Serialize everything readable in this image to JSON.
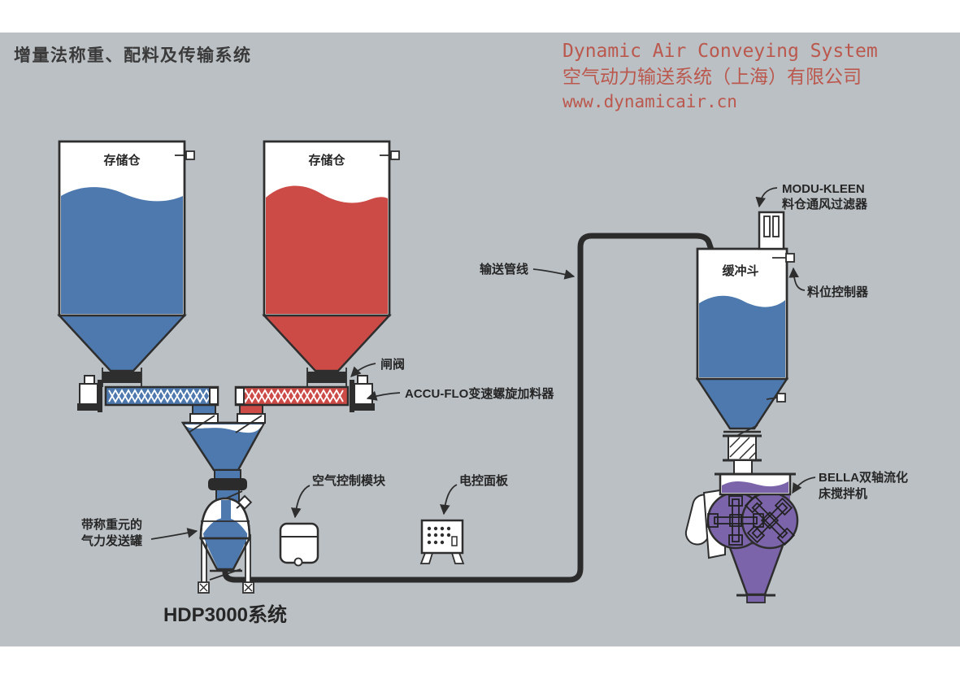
{
  "page": {
    "title": "增量法称重、配料及传输系统"
  },
  "header": {
    "line1": "Dynamic Air Conveying System",
    "line2": "空气动力输送系统（上海）有限公司",
    "line3": "www.dynamicair.cn"
  },
  "labels": {
    "silo_left": "存储仓",
    "silo_right": "存储仓",
    "gate_valve": "闸阀",
    "screw_feeder": "ACCU-FLO变速螺旋加料器",
    "pipeline": "输送管线",
    "filter_line1": "MODU-KLEEN",
    "filter_line2": "料仓通风过滤器",
    "buffer_hopper": "缓冲斗",
    "level_controller": "料位控制器",
    "mixer_line1": "BELLA双轴流化",
    "mixer_line2": "床搅拌机",
    "air_module": "空气控制模块",
    "control_panel": "电控面板",
    "transporter_line1": "带称重元的",
    "transporter_line2": "气力发送罐",
    "system_name": "HDP3000系统"
  },
  "colors": {
    "background": "#bbc0c4",
    "silo_blue": "#4d79ae",
    "silo_red": "#cd4b47",
    "mixer_purple": "#7b64a9",
    "outline": "#2e2e2e",
    "pipe": "#2b2b2b",
    "brand_text": "#bb584e",
    "title_text": "#3a3a3a"
  }
}
